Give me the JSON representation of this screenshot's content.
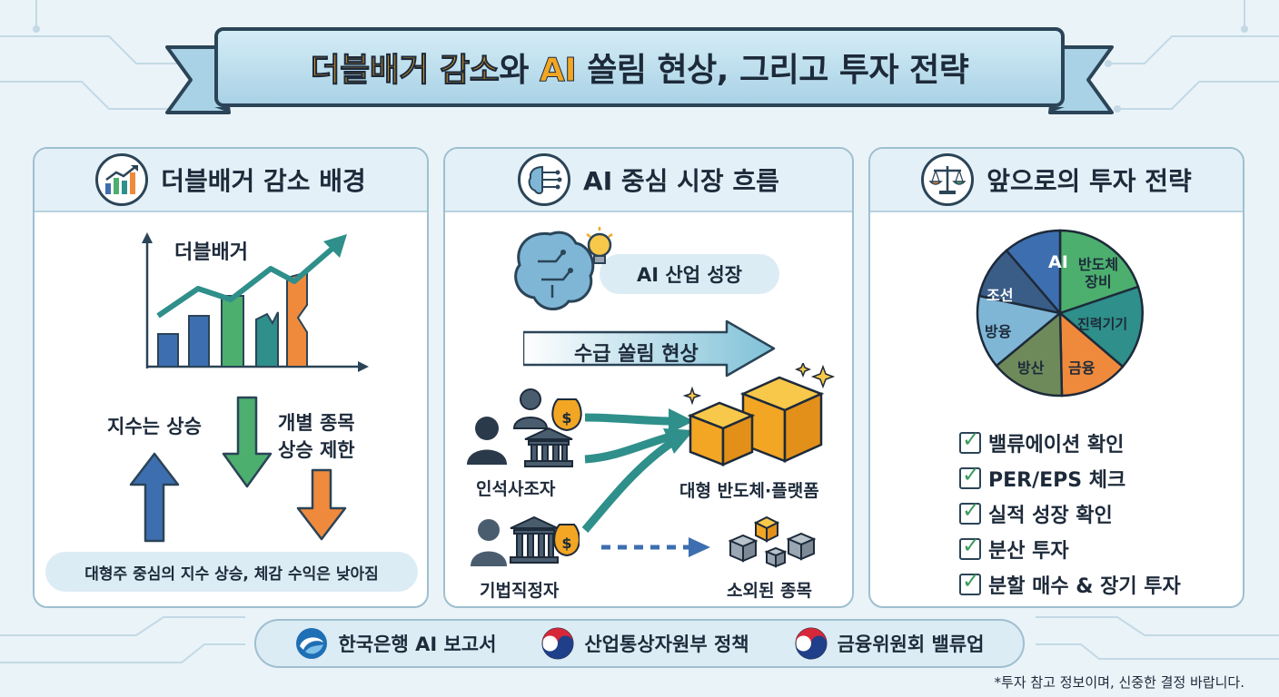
{
  "title": {
    "part1": "더블배거 감소",
    "part2": "와 ",
    "part3": "AI",
    "part4": " 쏠림 현상, 그리고 투자 전략"
  },
  "panels": {
    "left": {
      "title": "더블배거 감소 배경",
      "icon": "growth-chart-icon",
      "chart_label": "더블배거",
      "index_up_label": "지수는 상승",
      "stocks_limited_label_1": "개별 종목",
      "stocks_limited_label_2": "상승 제한",
      "summary": "대형주 중심의 지수 상승, 체감 수익은 낮아짐"
    },
    "middle": {
      "title": "AI 중심 시장 흐름",
      "icon": "brain-circuit-icon",
      "ai_growth_label": "AI 산업 성장",
      "flow_label": "수급 쏠림 현상",
      "foreign_investors_label": "인석사조자",
      "institutions_label": "기법직정자",
      "large_cap_label": "대형 반도체·플랫폼",
      "neglected_label": "소외된 종목"
    },
    "right": {
      "title": "앞으로의 투자 전략",
      "icon": "balance-scale-icon",
      "pie_labels": [
        "AI",
        "반도체\n장비",
        "진력기기",
        "금융",
        "방산",
        "방융",
        "조선"
      ],
      "checklist": [
        "밸류에이션 확인",
        "PER/EPS 체크",
        "실적 성장 확인",
        "분산 투자",
        "분할 매수 & 장기 투자"
      ]
    }
  },
  "footer": {
    "sources": [
      "한국은행 AI 보고서",
      "산업통상자원부 정책",
      "금융위원회 밸류업"
    ]
  },
  "disclaimer": "*투자 참고 정보이며, 신중한 결정 바랍니다.",
  "colors": {
    "accent_yellow": "#f2a623",
    "teal": "#2f8f8a",
    "navy": "#2b4457",
    "green": "#4caf6e",
    "orange": "#ef8a3c",
    "blue": "#3d6fb0"
  }
}
